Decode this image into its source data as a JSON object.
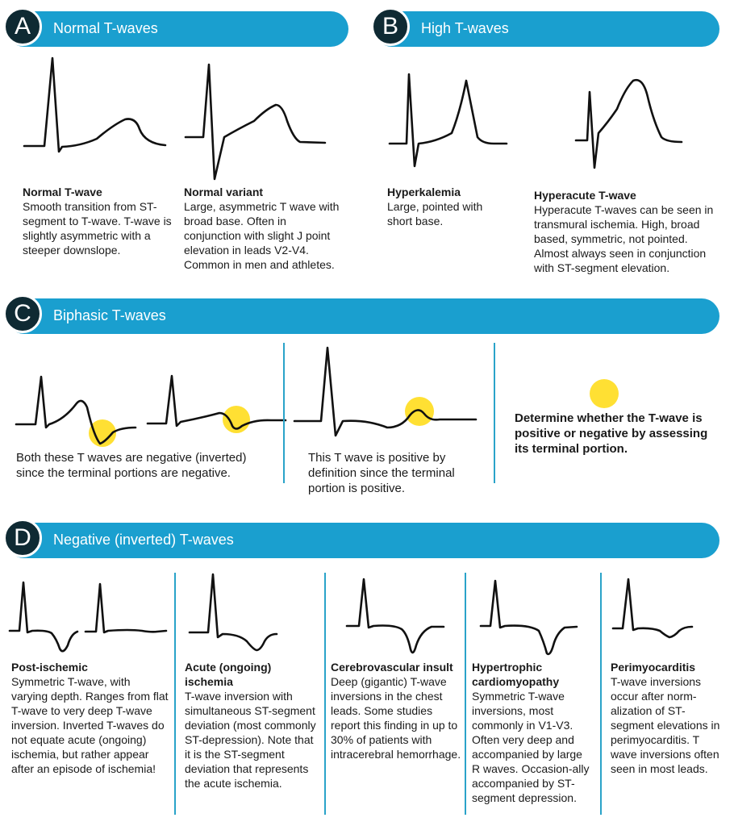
{
  "sections": {
    "a": {
      "letter": "A",
      "title": "Normal T-waves"
    },
    "b": {
      "letter": "B",
      "title": "High T-waves"
    },
    "c": {
      "letter": "C",
      "title": "Biphasic T-waves"
    },
    "d": {
      "letter": "D",
      "title": "Negative (inverted) T-waves"
    }
  },
  "captions": {
    "normal": {
      "title": "Normal T-wave",
      "text": "Smooth transition from ST-segment to T-wave. T-wave is slightly asymmetric with a steeper downslope."
    },
    "variant": {
      "title": "Normal variant",
      "text": "Large, asymmetric T wave with broad base. Often in conjunction with slight J point elevation in leads V2-V4. Common in men and athletes."
    },
    "hyperkalemia": {
      "title": "Hyperkalemia",
      "text": "Large, pointed with short base."
    },
    "hyperacute": {
      "title": "Hyperacute T-wave",
      "text": "Hyperacute T-waves can be seen in transmural ischemia. High, broad based, symmetric, not pointed. Almost always seen in conjunction with ST-segment elevation."
    },
    "biphasic_neg": {
      "text": "Both these T waves are negative (inverted) since the terminal portions are negative."
    },
    "biphasic_pos": {
      "text": "This T wave is positive by definition since the terminal portion is positive."
    },
    "biphasic_rule": {
      "text": "Determine whether the T-wave is positive or negative by assessing its terminal portion."
    },
    "postischemic": {
      "title": "Post-ischemic",
      "text": "Symmetric T-wave, with varying depth. Ranges from flat T-wave to very deep T-wave inversion. Inverted T-waves do not equate acute (ongoing) ischemia, but rather appear after an episode of ischemia!"
    },
    "acute": {
      "title": "Acute (ongoing) ischemia",
      "text": "T-wave inversion with simultaneous ST-segment deviation (most commonly ST-depression). Note that it is the ST-segment deviation that represents the acute ischemia."
    },
    "cerebro": {
      "title": "Cerebrovascular insult",
      "text": "Deep (gigantic) T-wave inversions in the chest leads. Some studies report this finding in up to 30% of patients with intracerebral hemorrhage."
    },
    "hcm": {
      "title": "Hypertrophic cardiomyopathy",
      "text": "Symmetric T-wave inversions, most commonly in V1-V3. Often very deep and accompanied by large R waves. Occasion-ally accompanied by ST- segment depression."
    },
    "peri": {
      "title": "Perimyocarditis",
      "text": "T-wave inversions occur after norm-alization of ST-segment elevations in perimyocarditis. T wave inversions often seen in most leads."
    }
  },
  "colors": {
    "banner": "#1a9fcf",
    "badge": "#0f2a33",
    "highlight": "#ffe033",
    "divider": "#2aa3c9"
  }
}
